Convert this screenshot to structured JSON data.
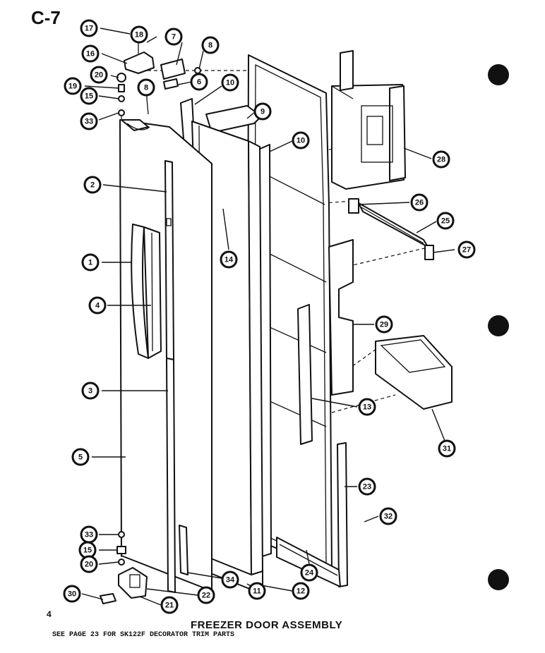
{
  "header": {
    "page_code": "C-7",
    "page_number": "4"
  },
  "footer": {
    "title": "FREEZER DOOR ASSEMBLY",
    "note": "SEE PAGE 23 FOR SK122F DECORATOR TRIM PARTS"
  },
  "callouts": [
    {
      "label": "17"
    },
    {
      "label": "18"
    },
    {
      "label": "7"
    },
    {
      "label": "8"
    },
    {
      "label": "16"
    },
    {
      "label": "20"
    },
    {
      "label": "6"
    },
    {
      "label": "19"
    },
    {
      "label": "15"
    },
    {
      "label": "8"
    },
    {
      "label": "33"
    },
    {
      "label": "10"
    },
    {
      "label": "9"
    },
    {
      "label": "10"
    },
    {
      "label": "28"
    },
    {
      "label": "2"
    },
    {
      "label": "26"
    },
    {
      "label": "25"
    },
    {
      "label": "14"
    },
    {
      "label": "1"
    },
    {
      "label": "27"
    },
    {
      "label": "4"
    },
    {
      "label": "29"
    },
    {
      "label": "3"
    },
    {
      "label": "13"
    },
    {
      "label": "31"
    },
    {
      "label": "5"
    },
    {
      "label": "23"
    },
    {
      "label": "32"
    },
    {
      "label": "33"
    },
    {
      "label": "15"
    },
    {
      "label": "20"
    },
    {
      "label": "24"
    },
    {
      "label": "34"
    },
    {
      "label": "22"
    },
    {
      "label": "11"
    },
    {
      "label": "12"
    },
    {
      "label": "30"
    },
    {
      "label": "21"
    }
  ]
}
